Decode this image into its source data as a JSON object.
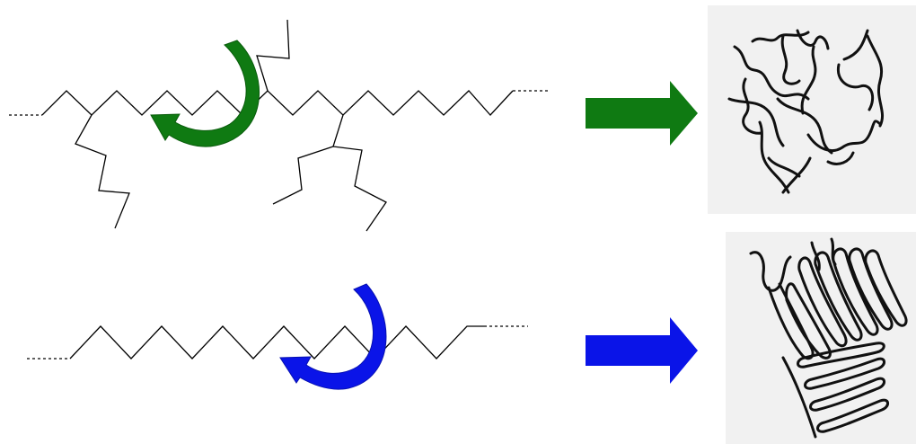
{
  "diagram": {
    "rows": [
      {
        "id": "branched",
        "chain_type": "branched-polymer-chain",
        "rotation_arrow_color": "#0f7a12",
        "result_arrow_color": "#0f7a12",
        "result_structure": "amorphous-tangled-chains"
      },
      {
        "id": "linear",
        "chain_type": "linear-polymer-chain",
        "rotation_arrow_color": "#0a14e8",
        "result_arrow_color": "#0a14e8",
        "result_structure": "folded-crystalline-lamellae"
      }
    ],
    "colors": {
      "chain_line": "#000000",
      "texture_background": "#f1f1f1"
    }
  }
}
